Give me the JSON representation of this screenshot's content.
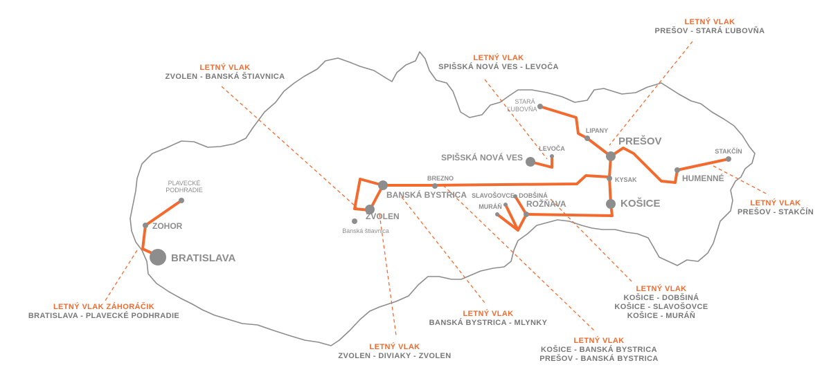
{
  "colors": {
    "route": "#f26a2e",
    "outline": "#8c8c8c",
    "label": "#8d8d8d"
  },
  "cities": {
    "bratislava": "BRATISLAVA",
    "zohor": "ZOHOR",
    "plavecke_podhradie": [
      "PLAVECKÉ",
      "PODHRADIE"
    ],
    "banska_stiavnica": "Banská štiavnica",
    "zvolen": "ZVOLEN",
    "banska_bystrica": "BANSKÁ BYSTRICA",
    "brezno": "BREZNO",
    "spisska_nova_ves": "SPIŠSKÁ NOVÁ VES",
    "levoca": "LEVOČA",
    "stara_lubovna": [
      "STARÁ",
      "ĽUBOVŇA"
    ],
    "lipany": "LIPANY",
    "presov": "PREŠOV",
    "kysak": "KYSAK",
    "kosice": "KOŠICE",
    "humenne": "HUMENNÉ",
    "stakcin": "STAKČÍN",
    "roznava": "ROŽŇAVA",
    "dobsina": "DOBŠINÁ",
    "slavosovce": "SLAVOŠOVCE",
    "muran": "MURÁŇ"
  },
  "legends": {
    "zahoracik": {
      "title": "LETNÝ VLAK ZÁHORÁČIK",
      "lines": [
        "BRATISLAVA - PLAVECKÉ PODHRADIE"
      ]
    },
    "zvolen_bs": {
      "title": "LETNÝ VLAK",
      "lines": [
        "ZVOLEN - BANSKÁ ŠTIAVNICA"
      ]
    },
    "snv_levoca": {
      "title": "LETNÝ VLAK",
      "lines": [
        "SPIŠSKÁ NOVÁ VES - LEVOČA"
      ]
    },
    "presov_sl": {
      "title": "LETNÝ VLAK",
      "lines": [
        "PREŠOV - STARÁ ĽUBOVŇA"
      ]
    },
    "presov_stakcin": {
      "title": "LETNÝ VLAK",
      "lines": [
        "PREŠOV - STAKČÍN"
      ]
    },
    "kosice_multi": {
      "title": "LETNÝ VLAK",
      "lines": [
        "KOŠICE - DOBŠINÁ",
        "KOŠICE - SLAVOŠOVCE",
        "KOŠICE - MURÁŇ"
      ]
    },
    "kosice_bb": {
      "title": "LETNÝ VLAK",
      "lines": [
        "KOŠICE - BANSKÁ BYSTRICA",
        "PREŠOV - BANSKÁ BYSTRICA"
      ]
    },
    "bb_mlynky": {
      "title": "LETNÝ VLAK",
      "lines": [
        "BANSKÁ BYSTRICA - MLYNKY"
      ]
    },
    "zvolen_diviaky": {
      "title": "LETNÝ VLAK",
      "lines": [
        "ZVOLEN - DIVIAKY - ZVOLEN"
      ]
    }
  }
}
